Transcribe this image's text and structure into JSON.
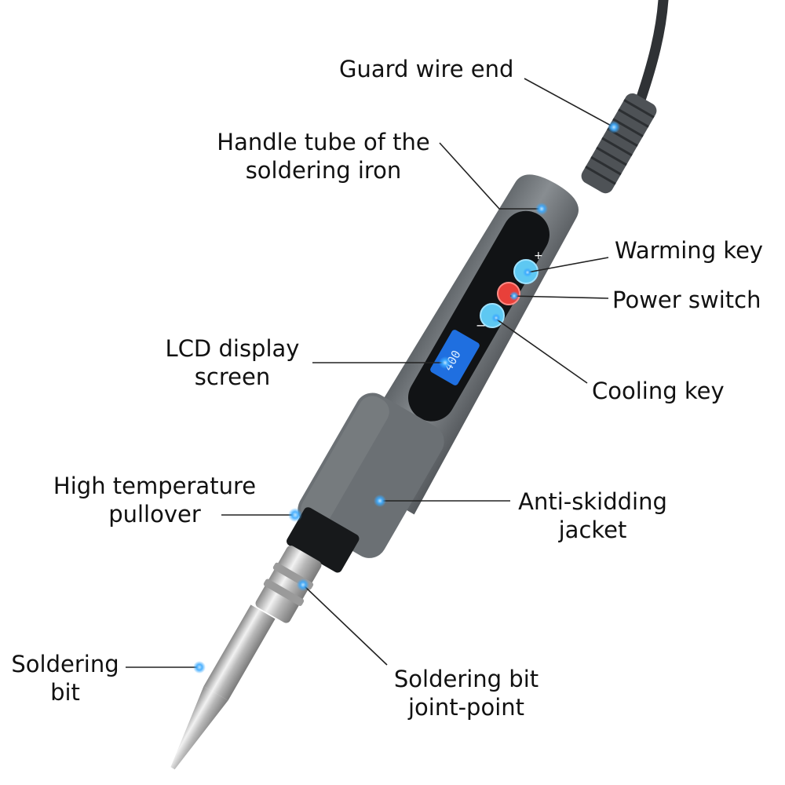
{
  "labels": {
    "guard_wire_end": "Guard wire end",
    "handle_tube": [
      "Handle tube of the",
      "soldering iron"
    ],
    "warming_key": "Warming key",
    "power_switch": "Power switch",
    "lcd_display": [
      "LCD display",
      "screen"
    ],
    "cooling_key": "Cooling key",
    "high_temp_pullover": [
      "High temperature",
      "pullover"
    ],
    "anti_skidding_jacket": [
      "Anti-skidding",
      "jacket"
    ],
    "soldering_bit": [
      "Soldering",
      "bit"
    ],
    "soldering_bit_joint": [
      "Soldering bit",
      "joint-point"
    ]
  },
  "device": {
    "lcd_reading": "400",
    "plus_symbol": "+",
    "minus_symbol": "−"
  },
  "colors": {
    "handle": "#6f7478",
    "jacket": "#7b8084",
    "cable": "#3a3d40",
    "lcd": "#1f6fe0",
    "key_blue": "#5ec8f2",
    "key_red": "#e8403a",
    "leader": "#222222",
    "dot": "#3aa9ff",
    "metal": "#c8c8c8"
  }
}
